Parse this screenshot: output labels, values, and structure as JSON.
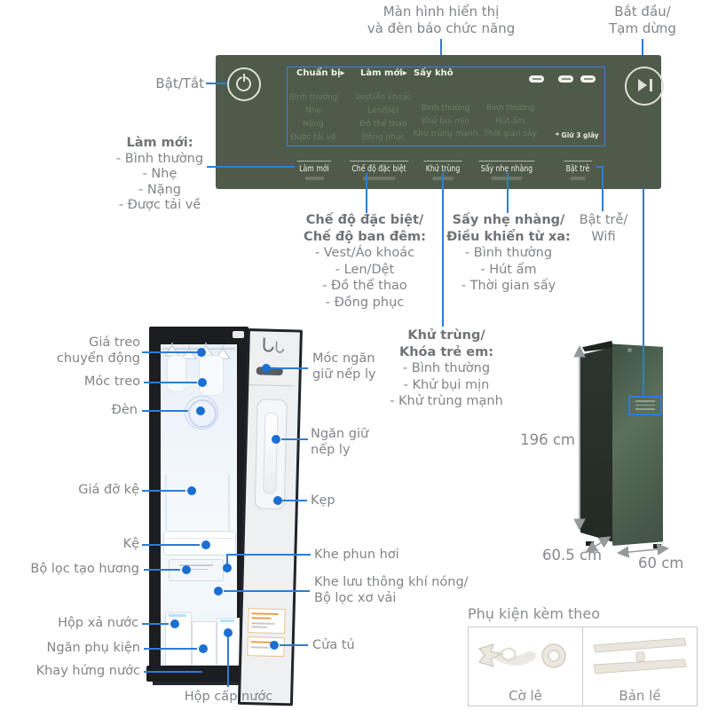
{
  "top_notes": {
    "display": {
      "line1": "Màn hình hiển thị",
      "line2": "và đèn báo chức năng"
    },
    "start_pause": {
      "line1": "Bắt đầu/",
      "line2": "Tạm dừng"
    },
    "power": "Bật/Tắt"
  },
  "panel": {
    "status_row": [
      "Chuẩn bị▸",
      "Làm mới▸",
      "Sấy khô"
    ],
    "columns": [
      {
        "rows": [
          "Bình thường",
          "Nhẹ",
          "Nặng",
          "Được tải về"
        ]
      },
      {
        "rows": [
          "Vest/Áo khoác",
          "Len/Dệt",
          "Đồ thể thao",
          "Đồng phục"
        ]
      },
      {
        "rows": [
          "Bình thường",
          "Khử bụi mịn",
          "Khử trùng mạnh"
        ]
      },
      {
        "rows": [
          "Bình thường",
          "Hút ẩm",
          "Thời gian sấy"
        ]
      }
    ],
    "hold_note": "* Giữ 3 giây",
    "buttons": [
      "Làm mới",
      "Chế độ đặc biệt",
      "Khử trùng",
      "Sấy nhẹ nhàng",
      "Bật trẻ"
    ]
  },
  "notes": {
    "lam_moi": {
      "title": "Làm mới:",
      "items": [
        "- Bình thường",
        "- Nhẹ",
        "- Nặng",
        "- Được tải về"
      ]
    },
    "che_do_dac_biet": {
      "title1": "Chế độ đặc biệt/",
      "title2": "Chế độ ban đêm:",
      "items": [
        "- Vest/Áo khoác",
        "- Len/Dệt",
        "- Đồ thể thao",
        "- Đồng phục"
      ]
    },
    "say_nhe_nhang": {
      "title1": "Sấy nhẹ nhàng/",
      "title2": "Điều khiển từ xa:",
      "items": [
        "- Bình thường",
        "- Hút ẩm",
        "- Thời gian sấy"
      ]
    },
    "bat_tre": {
      "line1": "Bật trễ/",
      "line2": "Wifi"
    },
    "khu_trung": {
      "title1": "Khử trùng/",
      "title2": "Khóa trẻ em:",
      "items": [
        "- Bình thường",
        "- Khử bụi mịn",
        "- Khử trùng mạnh"
      ]
    }
  },
  "callouts": {
    "gia_treo": {
      "line1": "Giá treo",
      "line2": "chuyển động"
    },
    "moc_treo": "Móc treo",
    "den": "Đèn",
    "gia_do_ke": "Giá đỡ kệ",
    "ke": "Kệ",
    "bo_loc_tao_huong": "Bộ lọc tạo hương",
    "hop_xa_nuoc": "Hộp xả nước",
    "ngan_phu_kien": "Ngăn phụ kiện",
    "khay_hung_nuoc": "Khay hứng nước",
    "hop_cap_nuoc": "Hộp cấp nước",
    "moc_ngan": {
      "line1": "Móc ngăn",
      "line2": "giữ nếp ly"
    },
    "ngan_giu": {
      "line1": "Ngăn giữ",
      "line2": "nếp ly"
    },
    "kep": "Kẹp",
    "khe_phun_hoi": "Khe phun hơi",
    "khe_luu_thong": {
      "line1": "Khe lưu thông khí nóng/",
      "line2": "Bộ lọc xơ vải"
    },
    "cua_tu": "Cửa tủ"
  },
  "dimensions": {
    "height": "196 cm",
    "depth": "60.5 cm",
    "width": "60 cm"
  },
  "accessories": {
    "title": "Phụ kiện kèm theo",
    "items": [
      {
        "label": "Cờ lê"
      },
      {
        "label": "Bản lề"
      }
    ]
  },
  "colors": {
    "accent_blue": "#2e7cd6",
    "panel_green": "#4e5b4b",
    "product_green": "#4c5f50"
  }
}
